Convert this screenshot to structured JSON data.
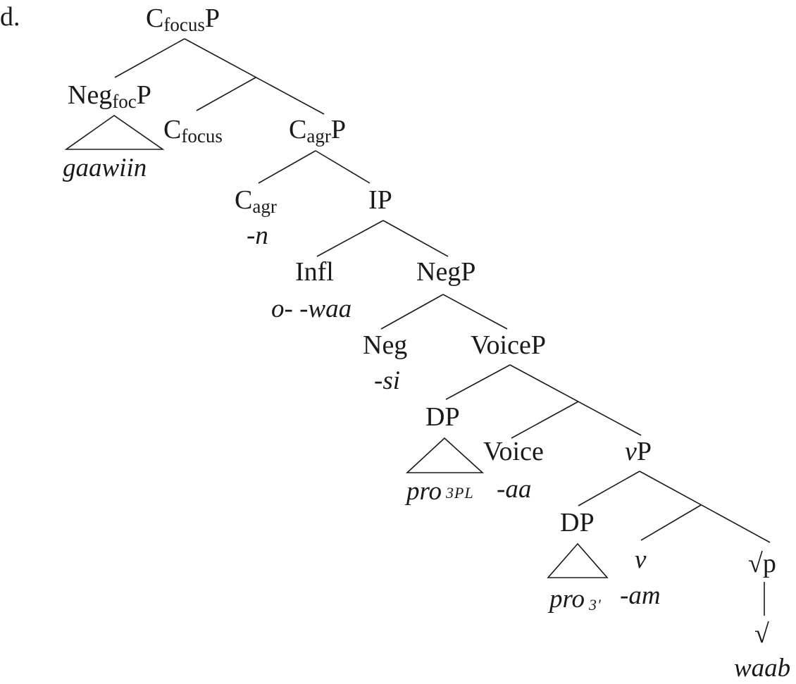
{
  "example_label": "d.",
  "nodes": {
    "cfocusp": {
      "base": "C",
      "sub": "focus",
      "tail": "P"
    },
    "negfocp": {
      "base": "Neg",
      "sub": "foc",
      "tail": "P"
    },
    "gaawiin": "gaawiin",
    "cfocus": {
      "base": "C",
      "sub": "focus"
    },
    "cagrp": {
      "base": "C",
      "sub": "agr",
      "tail": "P"
    },
    "cagr": {
      "base": "C",
      "sub": "agr"
    },
    "cagr_morph": "-n",
    "ip": "IP",
    "infl": "Infl",
    "infl_morph": "o- -waa",
    "negp": "NegP",
    "neg": "Neg",
    "neg_morph": "-si",
    "voicep": "VoiceP",
    "dp1": "DP",
    "pro1": {
      "base": "pro",
      "sub": "3PL"
    },
    "voice": "Voice",
    "voice_morph": "-aa",
    "vp": {
      "base": "v",
      "tail": "P"
    },
    "dp2": "DP",
    "pro2": {
      "base": "pro",
      "sub": "3′"
    },
    "v": "v",
    "v_morph": "-am",
    "rootp": {
      "base": "√",
      "tail": "p"
    },
    "root": "√",
    "root_morph": "waab"
  }
}
